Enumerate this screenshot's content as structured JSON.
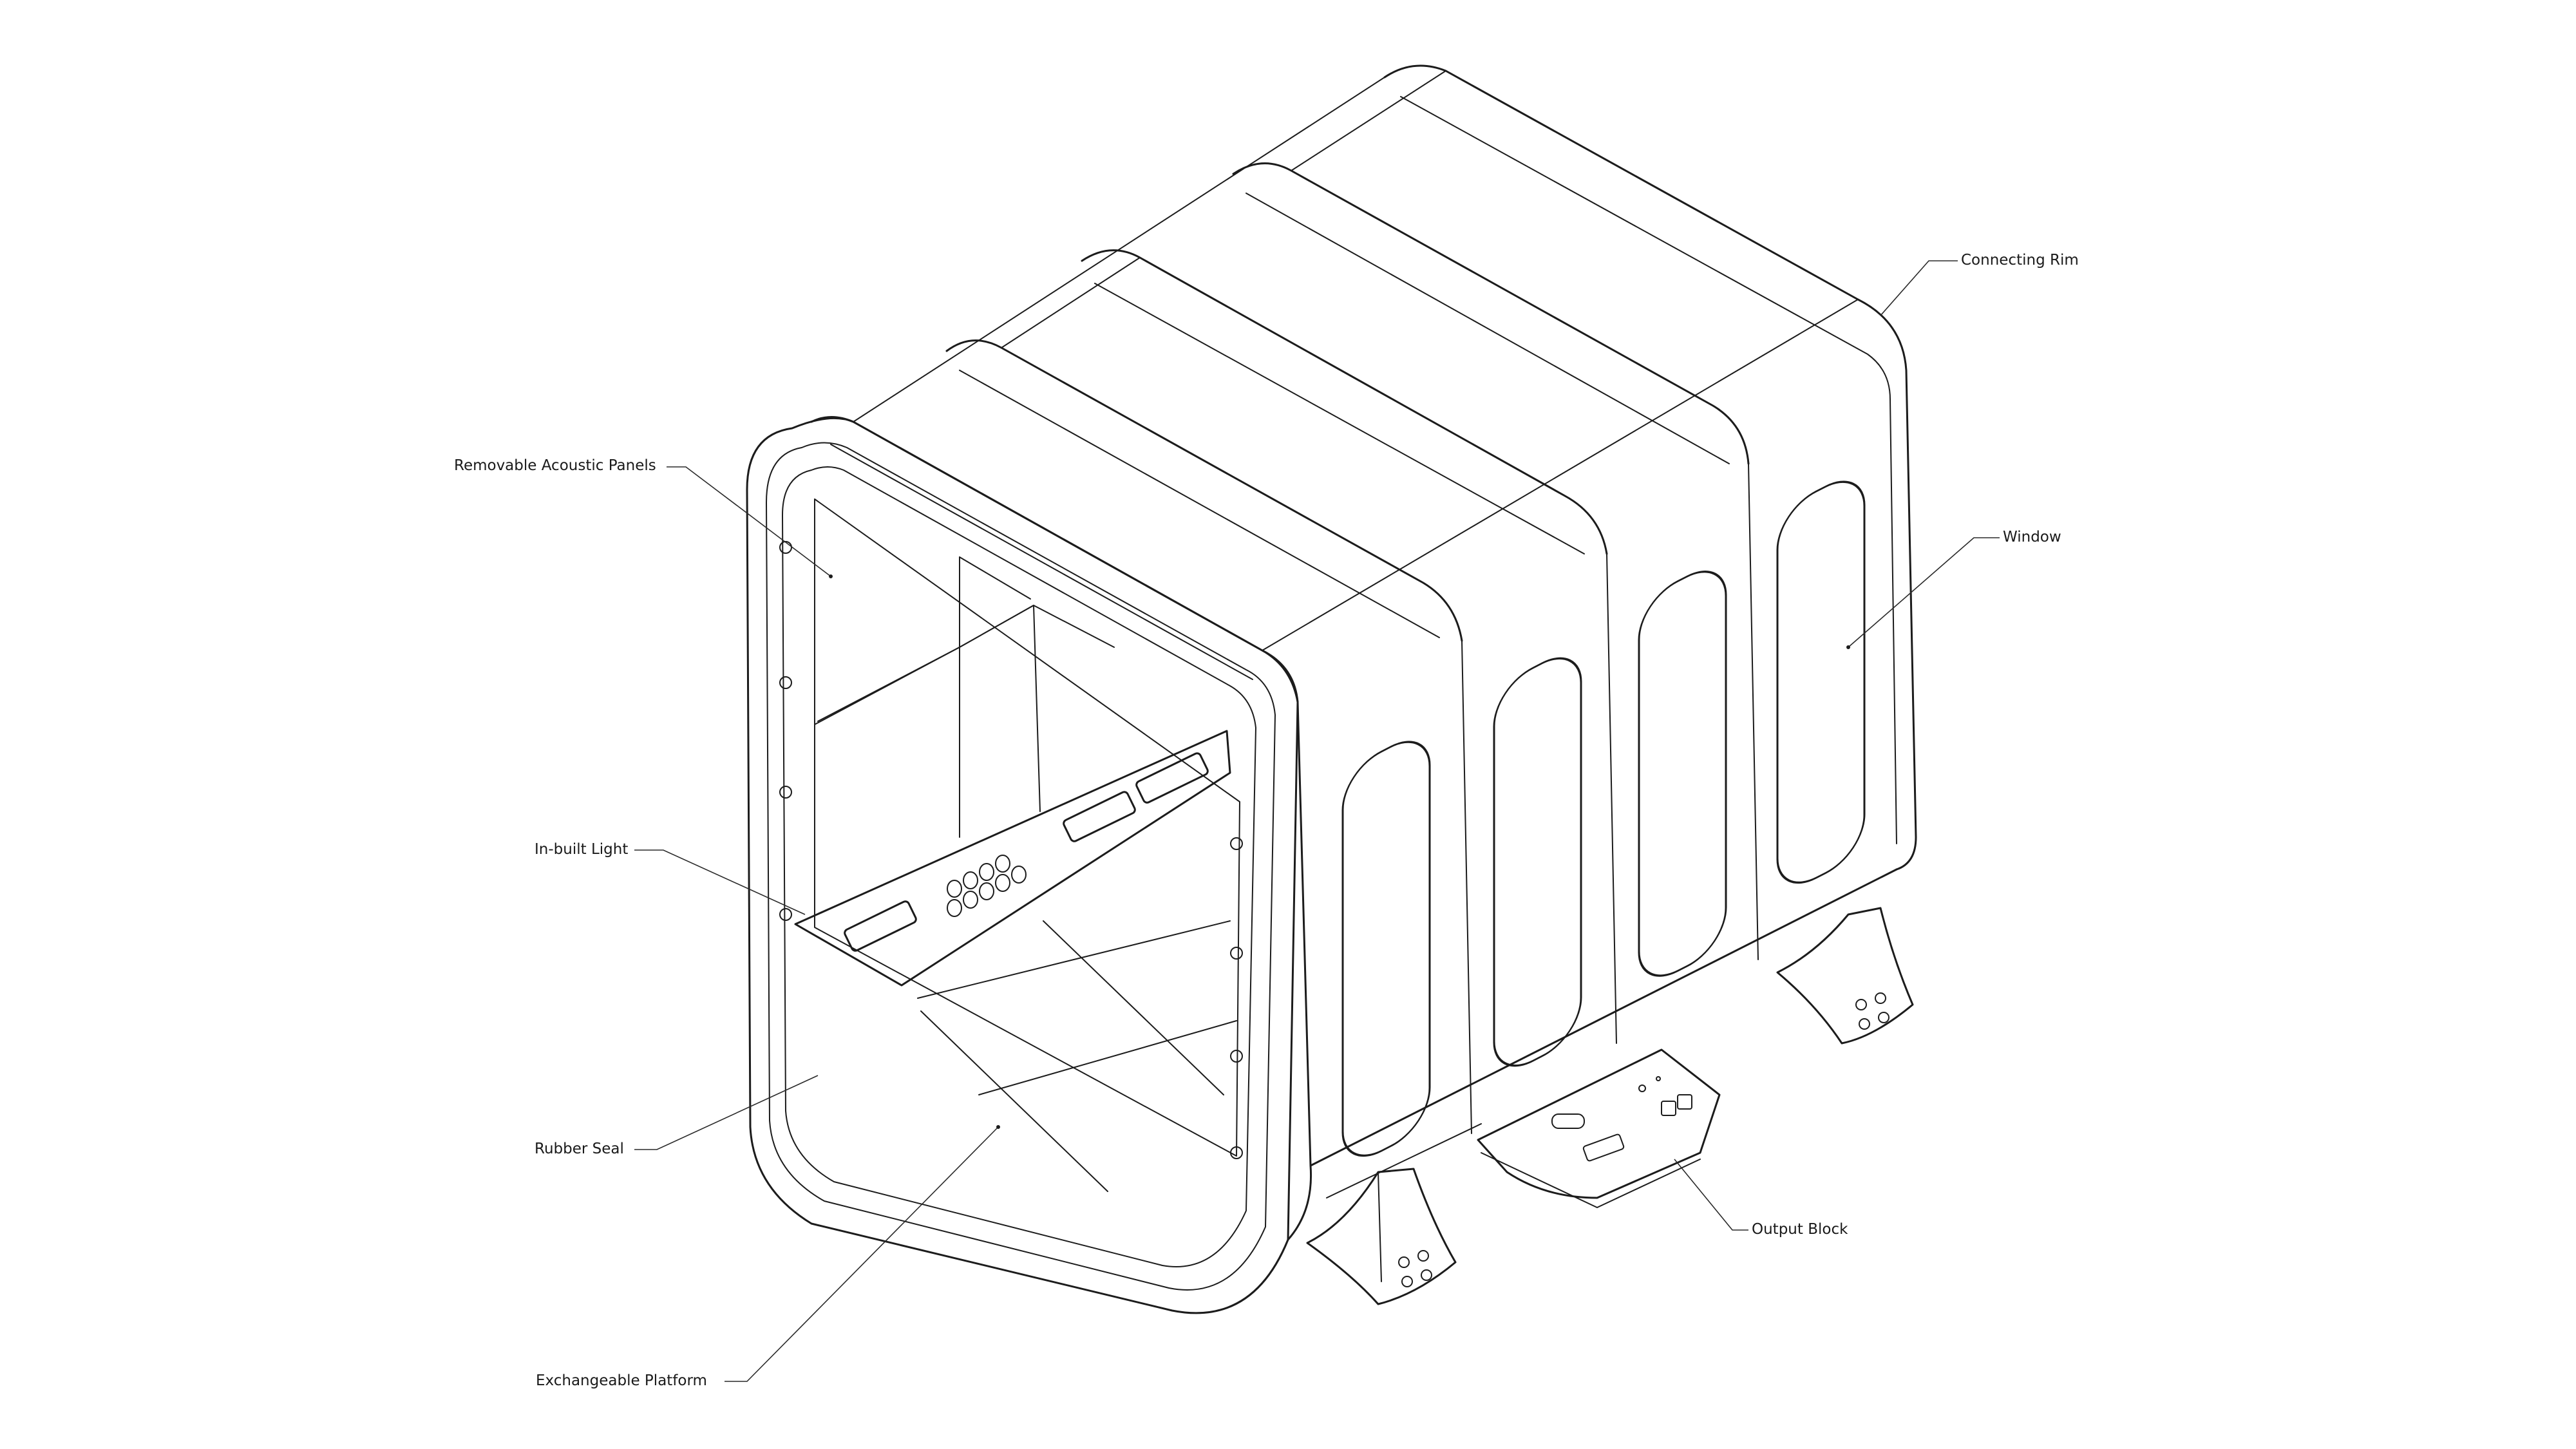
{
  "labels": {
    "connecting_rim": "Connecting Rim",
    "acoustic_panels": "Removable Acoustic Panels",
    "window": "Window",
    "light": "In-built Light",
    "rubber_seal": "Rubber Seal",
    "output_block": "Output Block",
    "platform": "Exchangeable Platform"
  },
  "colors": {
    "line": "#1c1c1c",
    "background": "#ffffff"
  }
}
